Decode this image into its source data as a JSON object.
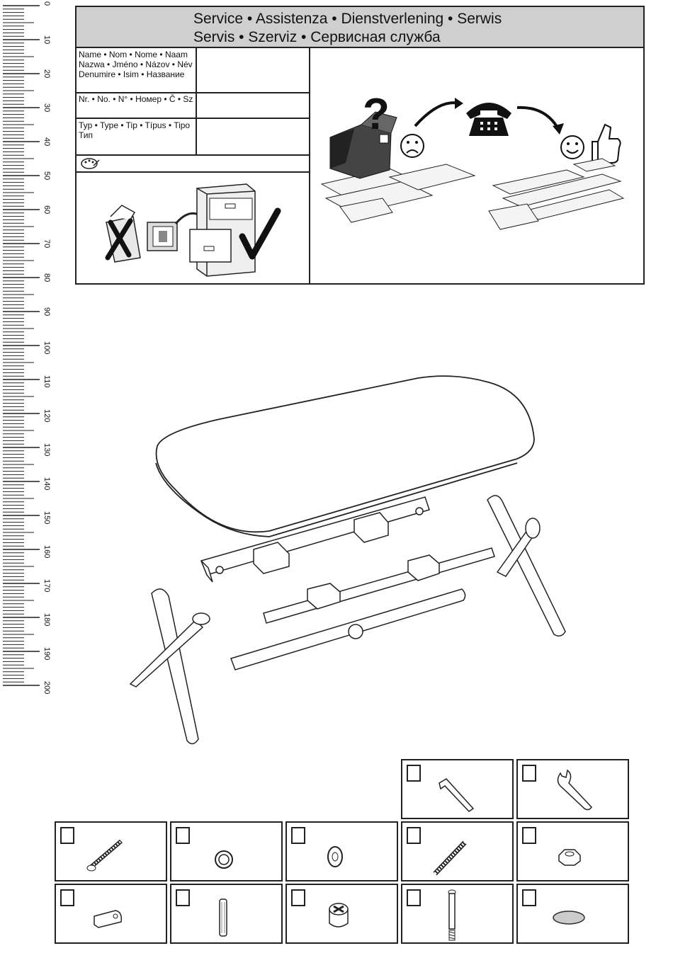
{
  "ruler": {
    "labels": [
      "0",
      "10",
      "20",
      "30",
      "40",
      "50",
      "60",
      "70",
      "80",
      "90",
      "100",
      "110",
      "120",
      "130",
      "140",
      "150",
      "160",
      "170",
      "180",
      "190",
      "200"
    ]
  },
  "service": {
    "title_line1": "Service • Assistenza • Dienstverlening • Serwis",
    "title_line2": "Servis • Szerviz • Сервисная служба",
    "name_label": "Name • Nom • Nome • Naam Nazwa • Jméno • Názov • Név Denumire • Isim • Название",
    "number_label": "Nr. • No. • N° • Номер • Č • Sz",
    "type_label": "Typ • Type • Tip • Típus • Tipo Тип"
  },
  "parts": [
    {
      "id": "allen-key"
    },
    {
      "id": "wrench"
    },
    {
      "id": "screw"
    },
    {
      "id": "spring-washer"
    },
    {
      "id": "washer"
    },
    {
      "id": "threaded-bolt"
    },
    {
      "id": "nut"
    },
    {
      "id": "cam-bracket"
    },
    {
      "id": "dowel"
    },
    {
      "id": "cam-lock"
    },
    {
      "id": "cam-bolt"
    },
    {
      "id": "felt-pad"
    }
  ]
}
